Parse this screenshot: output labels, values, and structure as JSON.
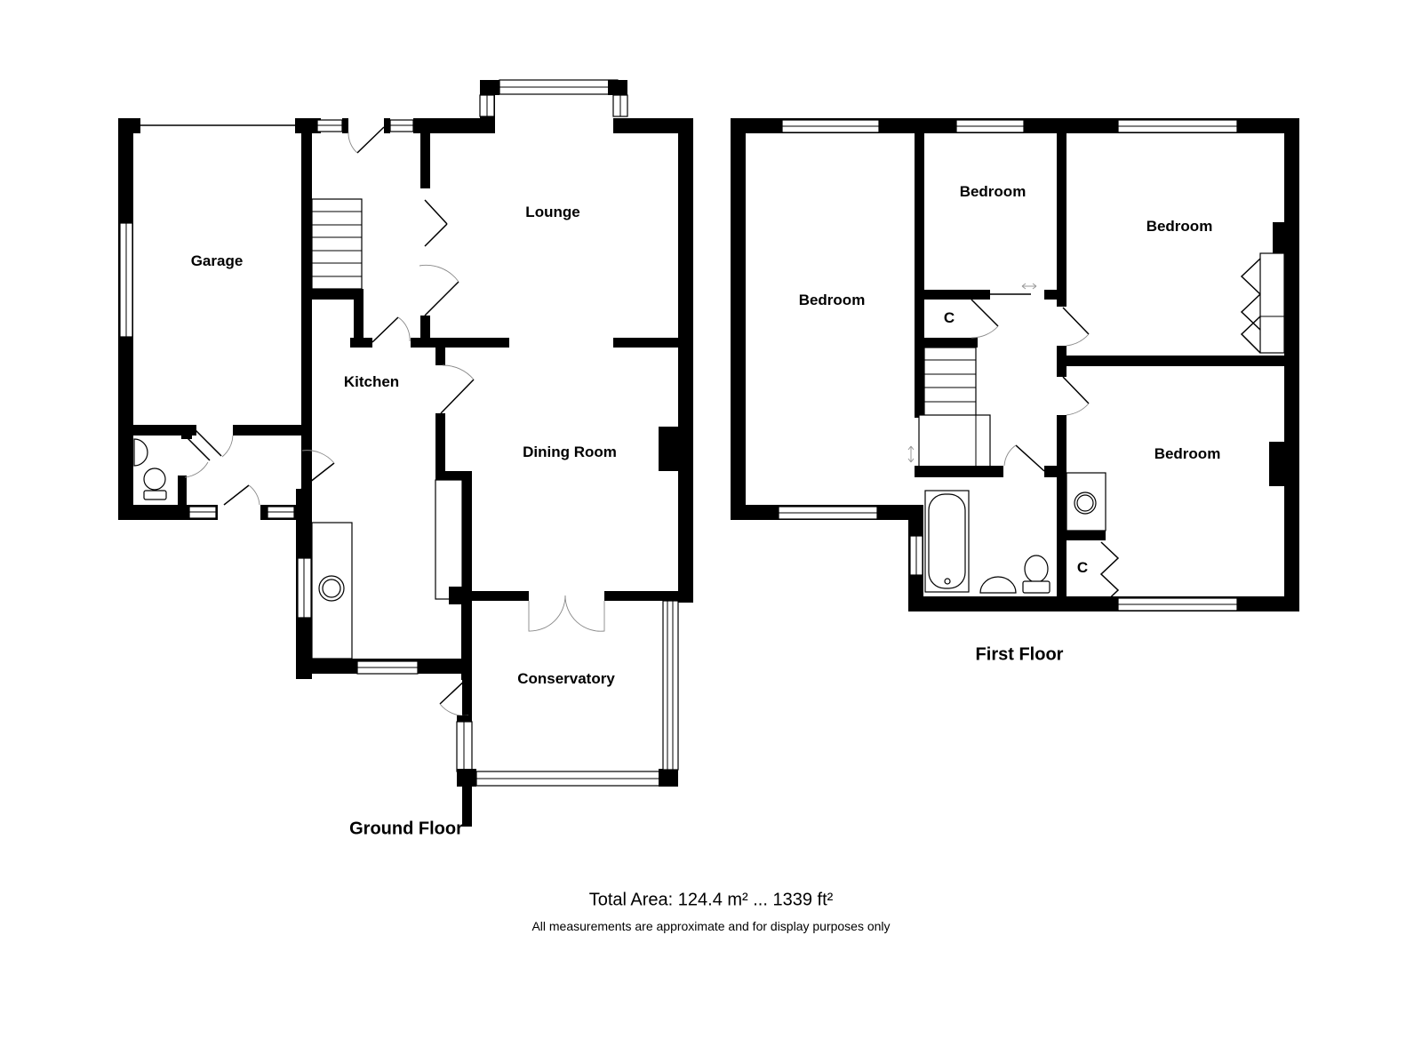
{
  "ground_floor": {
    "title": "Ground Floor",
    "rooms": [
      {
        "name": "Garage"
      },
      {
        "name": "Kitchen"
      },
      {
        "name": "Lounge"
      },
      {
        "name": "Dining Room"
      },
      {
        "name": "Conservatory"
      }
    ]
  },
  "first_floor": {
    "title": "First Floor",
    "rooms": [
      {
        "name": "Bedroom"
      },
      {
        "name": "Bedroom"
      },
      {
        "name": "Bedroom"
      },
      {
        "name": "Bedroom"
      },
      {
        "name": "C"
      },
      {
        "name": "C"
      }
    ]
  },
  "footer": {
    "total_area": "Total Area: 124.4 m² ... 1339 ft²",
    "disclaimer": "All measurements are approximate and for display purposes only"
  },
  "colors": {
    "wall": "#000000",
    "background": "#ffffff"
  }
}
